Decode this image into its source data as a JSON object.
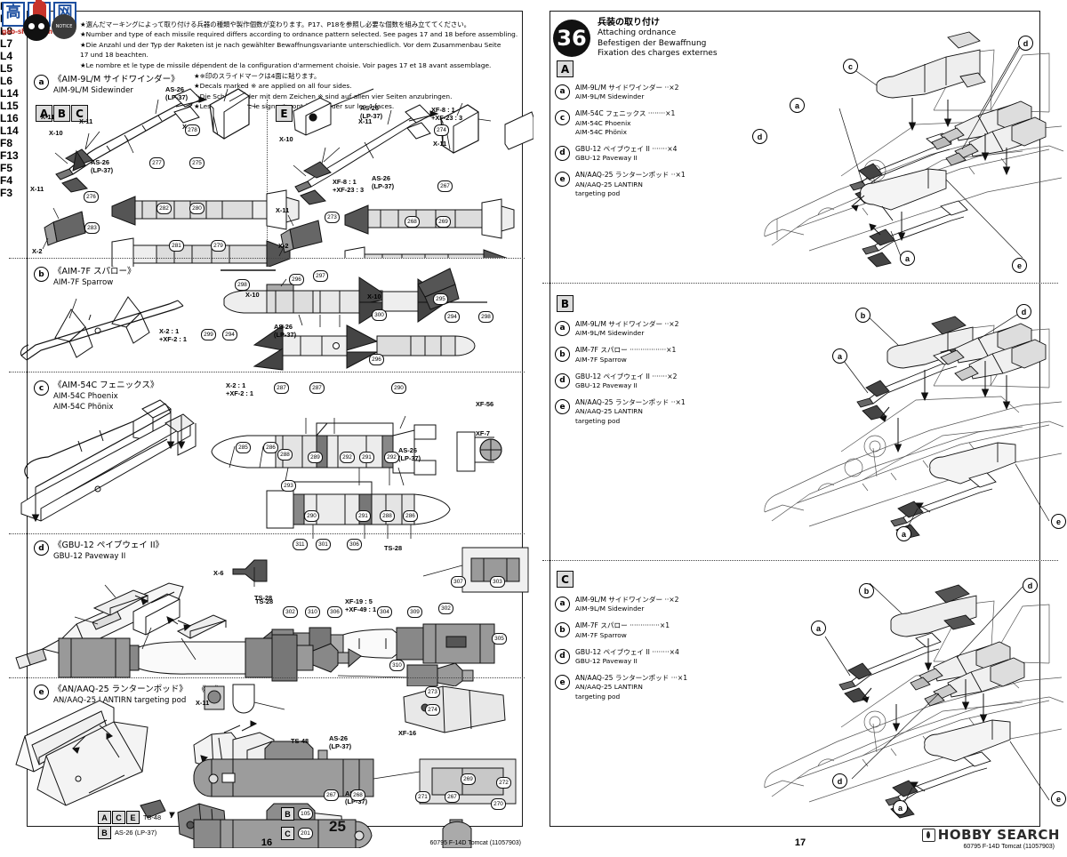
{
  "watermark": {
    "chars": [
      "高",
      "",
      "网"
    ],
    "url": "gao-shop.com",
    "seal": "NOTICE"
  },
  "left_page": {
    "page_number": "16",
    "kit_id": "60795 F-14D Tomcat (11057903)",
    "top_notes": [
      "★選んだマーキングによって取り付ける兵器の種類や製作個数が変わります。P17、P18を参照し必要な個数を組み立ててください。",
      "★Number and type of each missile required differs according to ordnance pattern selected. See pages 17 and 18 before assembling.",
      "★Die Anzahl und der Typ der Raketen ist je nach gewählter Bewaffnungsvariante unterschiedlich. Vor dem Zusammenbau Seite",
      "17 und 18 beachten.",
      "★Le nombre et le type de missile dépendent de la configuration d'armement choisie. Voir pages 17 et 18 avant assemblage."
    ],
    "decal_notes": [
      "★※印のスライドマークは4面に貼ります。",
      "★Decals marked ※ are applied on all four sides.",
      "★Die Schiebebilder mit dem Zeichen ※ sind auf allen vier Seiten anzubringen.",
      "★Les decals avec le signe ※ sont à appliquer sur les 4 faces."
    ],
    "sections": [
      {
        "key": "a",
        "title_jp": "《AIM-9L/M サイドワインダー》",
        "title_en": "AIM-9L/M Sidewinder",
        "variant_group_left": [
          "A",
          "B",
          "C"
        ],
        "variant_group_right": [
          "E"
        ]
      },
      {
        "key": "b",
        "title_jp": "《AIM-7F スパロー》",
        "title_en": "AIM-7F Sparrow"
      },
      {
        "key": "c",
        "title_jp": "《AIM-54C フェニックス》",
        "title_en": "AIM-54C Phoenix",
        "title_de": "AIM-54C Phönix"
      },
      {
        "key": "d",
        "title_jp": "《GBU-12 ペイブウェイ II》",
        "title_en": "GBU-12 Paveway II"
      },
      {
        "key": "e",
        "title_jp": "《AN/AAQ-25 ランターンポッド》",
        "title_en": "AN/AAQ-25 LANTIRN targeting pod",
        "sub_title": "《F3》"
      }
    ],
    "part_labels_a": [
      "L8",
      "L7"
    ],
    "paint_labels_a": [
      "X-11",
      "X-10",
      "X-11",
      "AS-26",
      "(LP-37)",
      "X-11",
      "AS-26",
      "(LP-37)",
      "X-11",
      "X-2"
    ],
    "decal_labels_a": [
      "277",
      "275",
      "276",
      "282",
      "280",
      "281",
      "283",
      "279",
      "278"
    ],
    "paint_labels_e": [
      "X-10",
      "X-11",
      "X-11",
      "X-2",
      "AS-26",
      "(LP-37)",
      "AS-26",
      "(LP-37)",
      "XF-8 : 1",
      "+XF-23 : 3",
      "XF-8 : 1",
      "+XF-23 : 3"
    ],
    "decal_labels_e": [
      "273",
      "274",
      "267",
      "268",
      "269",
      "272",
      "271",
      "267",
      "270",
      "105",
      "201"
    ],
    "part_labels_b": [
      "L4"
    ],
    "paint_labels_b": [
      "X-10",
      "X-10",
      "X-2 : 1",
      "+XF-2 : 1",
      "AS-26",
      "(LP-37)"
    ],
    "decal_labels_b": [
      "298",
      "299",
      "294",
      "297",
      "296",
      "300",
      "294",
      "298",
      "295",
      "296"
    ],
    "part_labels_c": [
      "L5",
      "L6"
    ],
    "paint_labels_c": [
      "X-2 : 1",
      "+XF-2 : 1",
      "AS-26",
      "(LP-37)",
      "XF-56",
      "XF-7"
    ],
    "decal_labels_c": [
      "285",
      "286",
      "288",
      "287",
      "287",
      "290",
      "289",
      "292",
      "291",
      "292",
      "293",
      "290",
      "291",
      "288",
      "286"
    ],
    "part_labels_d": [
      "L14",
      "L15",
      "L16",
      "L14"
    ],
    "paint_labels_d": [
      "X-6",
      "TS-28",
      "TS-28",
      "TS-28",
      "XF-19 : 5",
      "+XF-49 : 1"
    ],
    "decal_labels_d": [
      "311",
      "301",
      "306",
      "302",
      "310",
      "306",
      "304",
      "309",
      "307",
      "303",
      "302",
      "310",
      "305"
    ],
    "part_labels_e": [
      "F8",
      "F13",
      "F5",
      "F4",
      "F3"
    ],
    "paint_labels_e2": [
      "X-11",
      "TS-48",
      "AS-26",
      "(LP-37)",
      "AS-26",
      "(LP-37)",
      "XF-16",
      "TS-48",
      "AS-26",
      "(LP-37)"
    ],
    "marking_box_e": {
      "group1": [
        "A",
        "C",
        "E"
      ],
      "group1_paint": "TS-48",
      "group2": [
        "B"
      ],
      "group2_paint": "AS-26 (LP-37)"
    },
    "bottom_markers": [
      {
        "letter": "B",
        "decal": "105"
      },
      {
        "letter": "C",
        "decal": "201"
      }
    ],
    "tail_number": "25"
  },
  "right_page": {
    "page_number": "17",
    "kit_id": "60795 F-14D Tomcat (11057903)",
    "step_number": "36",
    "step_title_jp": "兵装の取り付け",
    "step_title_en": "Attaching ordnance",
    "step_title_de": "Befestigen der Bewaffnung",
    "step_title_fr": "Fixation des charges externes",
    "variants": [
      {
        "letter": "A",
        "items": [
          {
            "key": "a",
            "jp": "AIM-9L/M サイドワインダー ··×2",
            "en": "AIM-9L/M Sidewinder",
            "de": "",
            "qty": "×2"
          },
          {
            "key": "c",
            "jp": "AIM-54C フェニックス ········×1",
            "en": "AIM-54C Phoenix",
            "de": "AIM-54C Phönix",
            "qty": "×1"
          },
          {
            "key": "d",
            "jp": "GBU-12 ペイブウェイ II ·······×4",
            "en": "GBU-12 Paveway II",
            "de": "",
            "qty": "×4"
          },
          {
            "key": "e",
            "jp": "AN/AAQ-25 ランターンポッド ··×1",
            "en": "AN/AAQ-25 LANTIRN",
            "de": "targeting pod",
            "qty": "×1"
          }
        ],
        "callouts": [
          "c",
          "d",
          "a",
          "d",
          "e",
          "a"
        ]
      },
      {
        "letter": "B",
        "items": [
          {
            "key": "a",
            "jp": "AIM-9L/M サイドワインダー ··×2",
            "en": "AIM-9L/M Sidewinder",
            "de": "",
            "qty": "×2"
          },
          {
            "key": "b",
            "jp": "AIM-7F スパロー ·················×1",
            "en": "AIM-7F Sparrow",
            "de": "",
            "qty": "×1"
          },
          {
            "key": "d",
            "jp": "GBU-12 ペイブウェイ II ·······×2",
            "en": "GBU-12 Paveway II",
            "de": "",
            "qty": "×2"
          },
          {
            "key": "e",
            "jp": "AN/AAQ-25 ランターンポッド ··×1",
            "en": "AN/AAQ-25 LANTIRN",
            "de": "targeting pod",
            "qty": "×1"
          }
        ],
        "callouts": [
          "b",
          "d",
          "a",
          "a",
          "e"
        ]
      },
      {
        "letter": "C",
        "items": [
          {
            "key": "a",
            "jp": "AIM-9L/M サイドワインダー ··×2",
            "en": "AIM-9L/M Sidewinder",
            "de": "",
            "qty": "×2"
          },
          {
            "key": "b",
            "jp": "AIM-7F スパロー ··············×1",
            "en": "AIM-7F Sparrow",
            "de": "",
            "qty": "×1"
          },
          {
            "key": "d",
            "jp": "GBU-12 ペイブウェイ II ········×4",
            "en": "GBU-12 Paveway II",
            "de": "",
            "qty": "×4"
          },
          {
            "key": "e",
            "jp": "AN/AAQ-25 ランターンポッド ···×1",
            "en": "AN/AAQ-25 LANTIRN",
            "de": "targeting pod",
            "qty": "×1"
          }
        ],
        "callouts": [
          "b",
          "d",
          "a",
          "d",
          "e",
          "a"
        ]
      }
    ],
    "hobby_search_logo": "HOBBY SEARCH"
  }
}
